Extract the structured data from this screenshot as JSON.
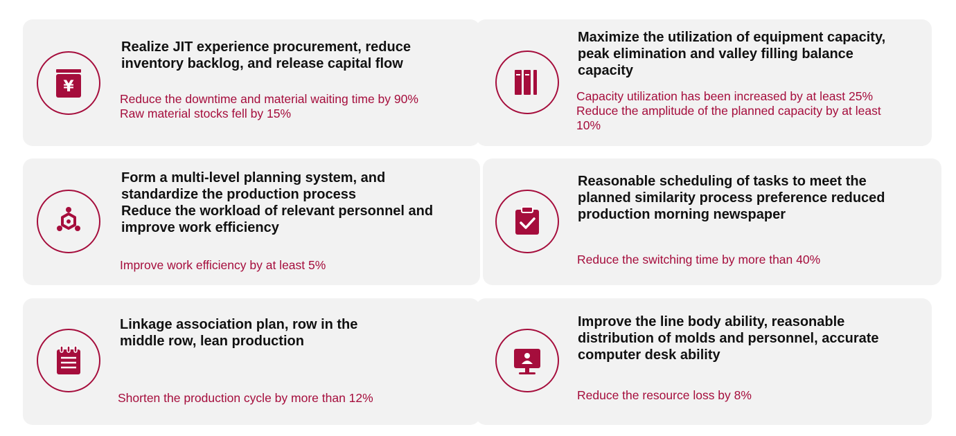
{
  "colors": {
    "accent": "#a50d3c",
    "card_bg": "#f2f2f2",
    "title": "#111111"
  },
  "cards": [
    {
      "icon": "yuan-wallet-icon",
      "title_lines": [
        "Realize JIT experience procurement, reduce",
        "inventory backlog, and release capital flow"
      ],
      "metrics": [
        "Reduce the downtime and material waiting time by 90%",
        "Raw material stocks fell by 15%"
      ]
    },
    {
      "icon": "capacity-bars-icon",
      "title_lines": [
        "Maximize the utilization of equipment capacity,",
        "peak elimination and valley filling balance",
        "capacity"
      ],
      "metrics": [
        "Capacity utilization has been increased by at least 25%",
        "Reduce the amplitude of the planned capacity by at least",
        "10%"
      ]
    },
    {
      "icon": "hexagon-network-icon",
      "title_lines": [
        "Form a multi-level planning system, and",
        "standardize the production process",
        "Reduce the workload of relevant personnel and",
        "improve work efficiency"
      ],
      "metrics": [
        "Improve work efficiency by at least 5%"
      ]
    },
    {
      "icon": "clipboard-check-icon",
      "title_lines": [
        "Reasonable scheduling of tasks to meet the",
        "planned similarity process preference reduced",
        "production morning newspaper"
      ],
      "metrics": [
        "Reduce the switching time by more than 40%"
      ]
    },
    {
      "icon": "calendar-notes-icon",
      "title_lines": [
        "Linkage association plan, row in the",
        "middle row, lean production"
      ],
      "metrics": [
        "Shorten the production cycle by more than 12%"
      ]
    },
    {
      "icon": "monitor-user-icon",
      "title_lines": [
        "Improve the line body ability, reasonable",
        "distribution of molds and personnel, accurate",
        "computer desk ability"
      ],
      "metrics": [
        "Reduce the resource loss by 8%"
      ]
    }
  ]
}
